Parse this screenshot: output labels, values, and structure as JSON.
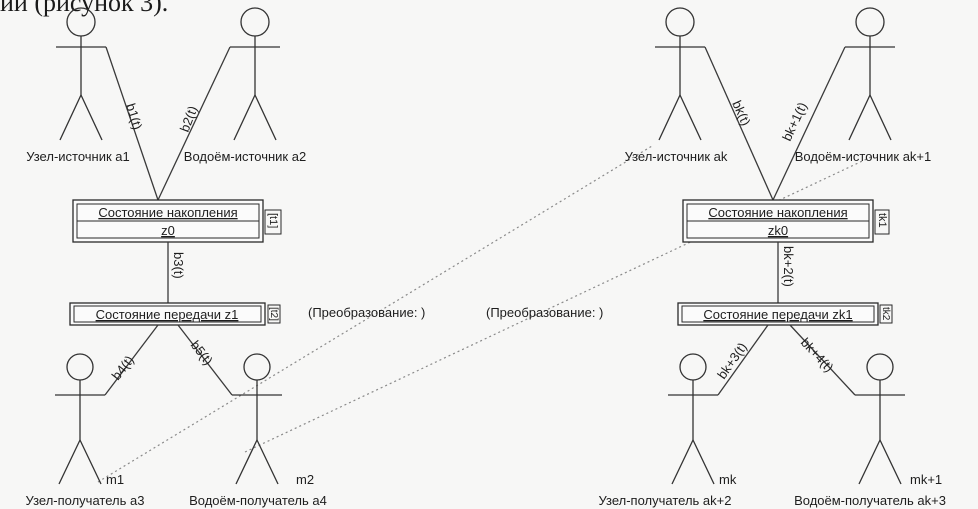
{
  "top_caption": "ии (рисунок 3).",
  "actors": {
    "a1": {
      "label": "Узел-источник a1"
    },
    "a2": {
      "label": "Водоём-источник a2"
    },
    "m1": {
      "label": "Узел-получатель a3",
      "tag": "m1"
    },
    "m2": {
      "label": "Водоём-получатель a4",
      "tag": "m2"
    },
    "ak": {
      "label": "Узел-источник ak"
    },
    "ak1": {
      "label": "Водоём-источник ak+1"
    },
    "mk": {
      "label": "Узел-получатель ak+2",
      "tag": "mk"
    },
    "mk1": {
      "label": "Водоём-получатель ak+3",
      "tag": "mk+1"
    }
  },
  "states": {
    "left_accum": {
      "title": "Состояние накопления",
      "name": "z0",
      "note": "[t1]"
    },
    "left_transfer": {
      "title": "Состояние передачи z1",
      "note": "[t2]"
    },
    "right_accum": {
      "title": "Состояние накопления",
      "name": "zk0",
      "note": "tk1"
    },
    "right_transfer": {
      "title": "Состояние передачи zk1",
      "note": "tk2"
    }
  },
  "flows": {
    "b1": "b1(t)",
    "b2": "b2(t)",
    "b3": "b3(t)",
    "b4": "b4(t)",
    "b5": "b5(t)",
    "bk": "bk(t)",
    "bk1": "bk+1(t)",
    "bk2": "bk+2(t)",
    "bk3": "bk+3(t)",
    "bk4": "bk+4(t)"
  },
  "notes": {
    "left": "(Преобразование: )",
    "right": "(Преобразование: )"
  }
}
